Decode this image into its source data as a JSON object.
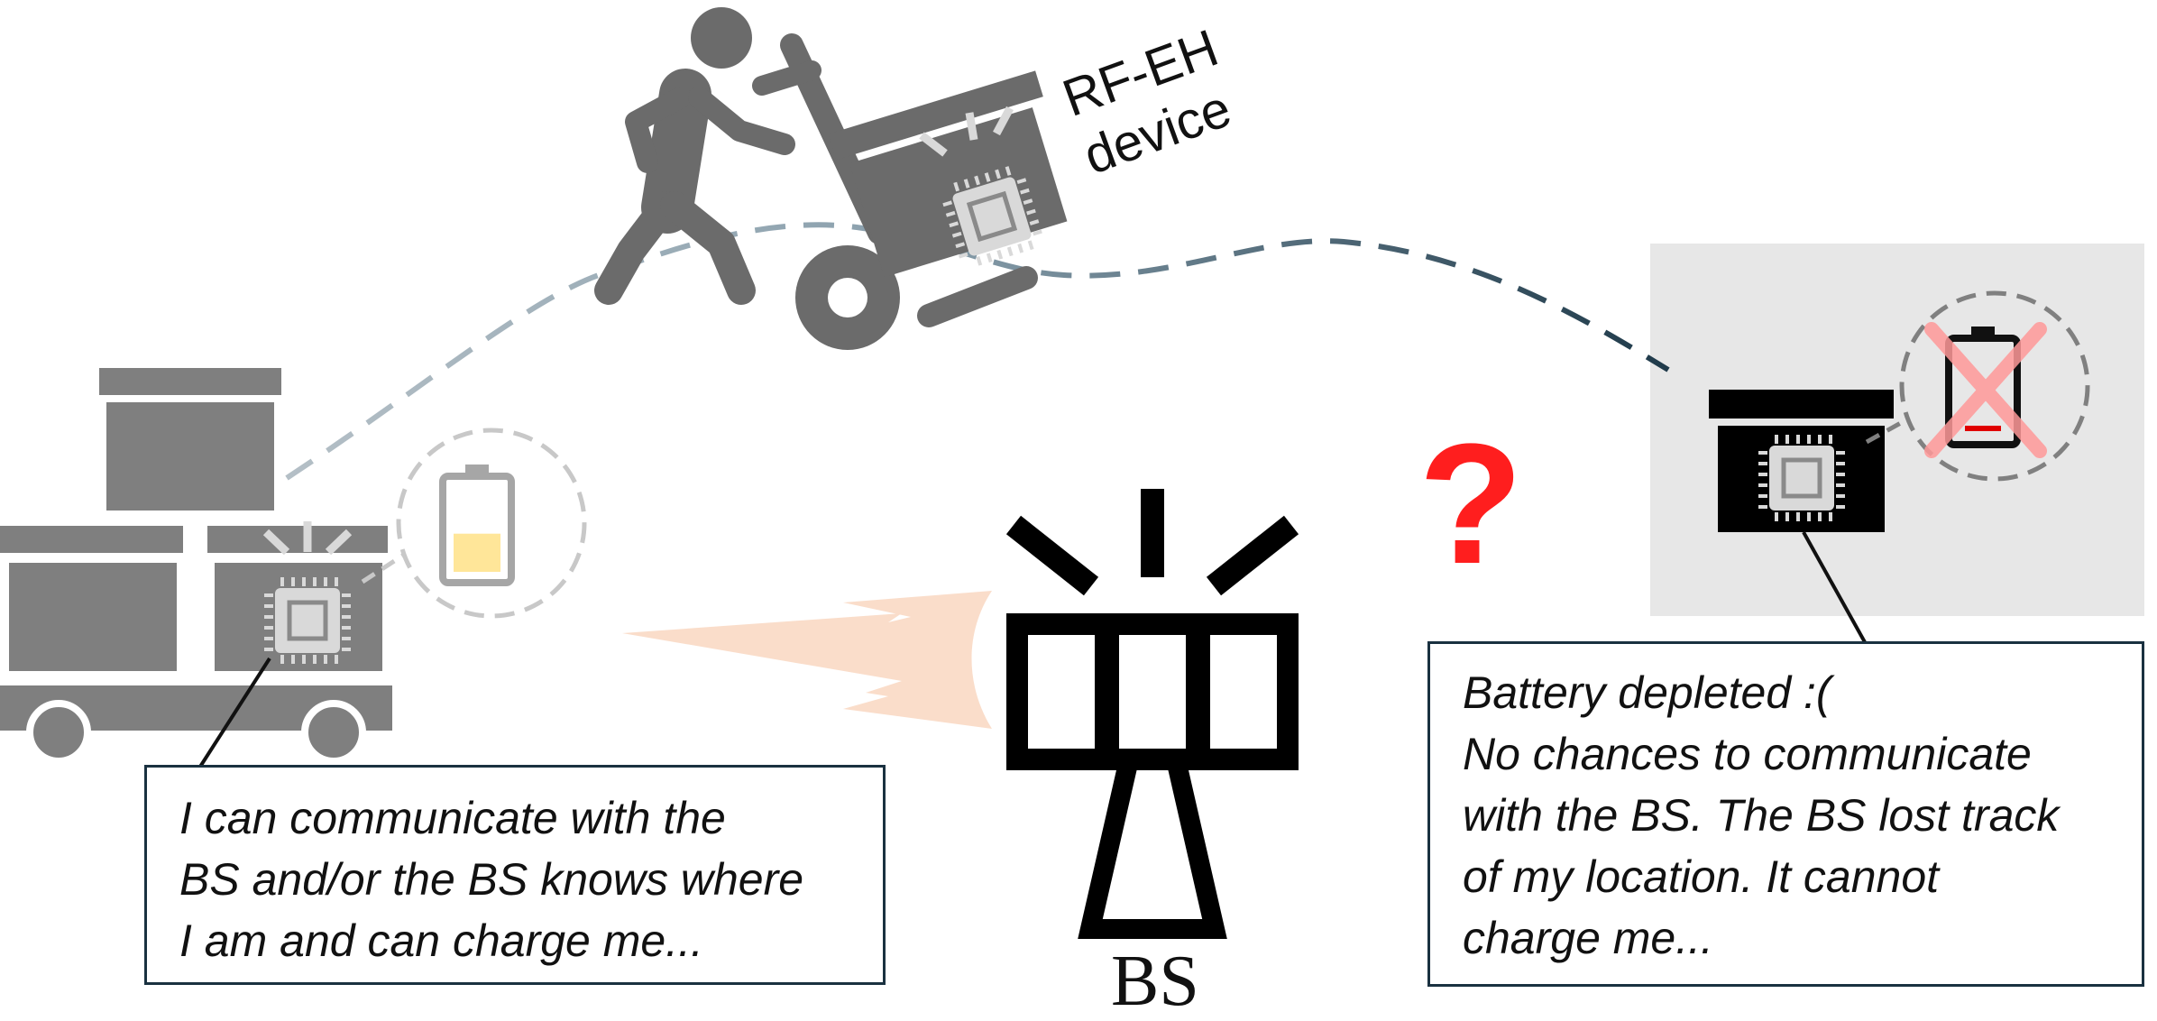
{
  "device_label": "RF-EH\ndevice",
  "base_station_label": "BS",
  "question_mark": "?",
  "notes": {
    "connected": "I can communicate with the\nBS and/or the BS knows where\nI am and can charge me...",
    "depleted": "Battery depleted :(\nNo chances to communicate\nwith the BS. The BS lost track\nof my location. It cannot\ncharge me..."
  },
  "battery_levels": {
    "connected_device": 0.45,
    "depleted_device": 0.05
  },
  "colors": {
    "device_gray": "#7f7f7f",
    "person_gray": "#6b6b6b",
    "chip": "#d9d9d9",
    "battery_fill": "#ffe699",
    "path_dashed": "#26404f",
    "beam": "#f8cbad",
    "cross": "#ff9999",
    "depleted_highlight": "#e7e7e7",
    "question": "#ff1e1e"
  },
  "icons": [
    "person-walking-icon",
    "hand-truck-icon",
    "chip-icon",
    "battery-icon",
    "radio-tower-icon",
    "cross-icon",
    "question-mark-icon"
  ]
}
